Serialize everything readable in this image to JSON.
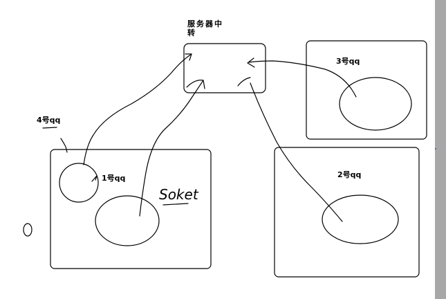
{
  "labels": {
    "server_line1": "服务器中",
    "server_line2": "转",
    "qq1": "1号qq",
    "qq2": "2号qq",
    "qq3": "3号qq",
    "qq4": "4号qq",
    "socket": "Soket"
  }
}
